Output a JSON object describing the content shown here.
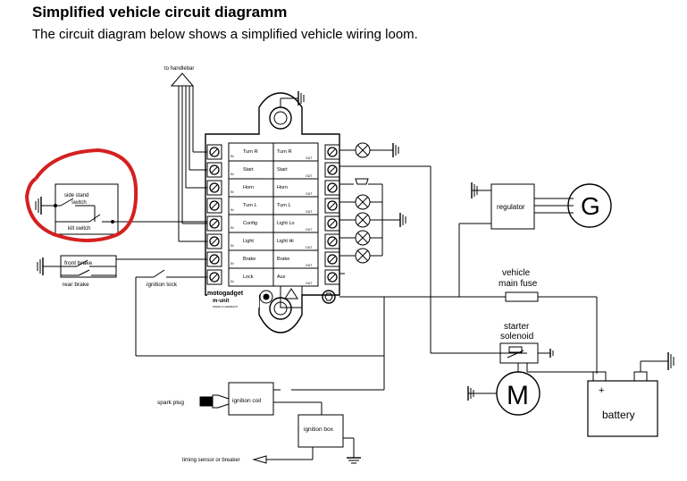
{
  "title": "Simplified vehicle circuit diagramm",
  "subtitle": "The circuit diagram below shows a simplified vehicle wiring loom.",
  "labels": {
    "handlebar": "to handlebar",
    "side_stand": "side stand",
    "side_stand2": "switch",
    "kill_switch": "kill switch",
    "front_brake": "front brake",
    "rear_brake": "rear brake",
    "ignition_lock": "ignition lock",
    "regulator": "regulator",
    "generator": "G",
    "vehicle_main_fuse_1": "vehicle",
    "vehicle_main_fuse_2": "main fuse",
    "starter_1": "starter",
    "starter_2": "solenoid",
    "motor": "M",
    "battery": "battery",
    "battery_plus": "+",
    "spark_plug": "spark plug",
    "ignition_coil": "ignition coil",
    "ignition_box": "ignition box",
    "timing_sensor": "timing sensor or breaker",
    "brand": "motogadget",
    "model": "m-unit",
    "made_in": "MADE IN GERMANY"
  },
  "m_unit": {
    "in_label": "IN",
    "out_label": "OUT",
    "rows": [
      {
        "in": "Turn R",
        "out": "Turn R"
      },
      {
        "in": "Start",
        "out": "Start"
      },
      {
        "in": "Horn",
        "out": "Horn"
      },
      {
        "in": "Turn L",
        "out": "Turn L"
      },
      {
        "in": "Config",
        "out": "Light Lo"
      },
      {
        "in": "Light",
        "out": "Light Hi"
      },
      {
        "in": "Brake",
        "out": "Brake"
      },
      {
        "in": "Lock",
        "out": "Aux"
      }
    ]
  },
  "highlight_color": "#d42020"
}
